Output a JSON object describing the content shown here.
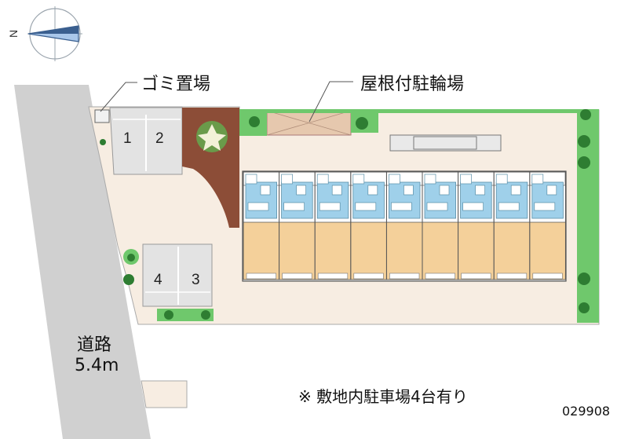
{
  "compass": {
    "label": "N"
  },
  "labels": {
    "garbage": "ゴミ置場",
    "bicycle": "屋根付駐輪場",
    "road_name": "道路",
    "road_width": "5.4m",
    "parking_note": "※ 敷地内駐車場4台有り",
    "property_code": "029908"
  },
  "parking_spaces": [
    "1",
    "2",
    "4",
    "3"
  ],
  "colors": {
    "road": "#d0d0d0",
    "lot": "#f7ede2",
    "parking": "#e3e3e3",
    "building_outline": "#5a8fa8",
    "bath_blue": "#9fd0ea",
    "room_tan": "#f4d09a",
    "brick": "#8c4d37",
    "grass": "#6fc86c",
    "tree": "#2e7d32"
  }
}
